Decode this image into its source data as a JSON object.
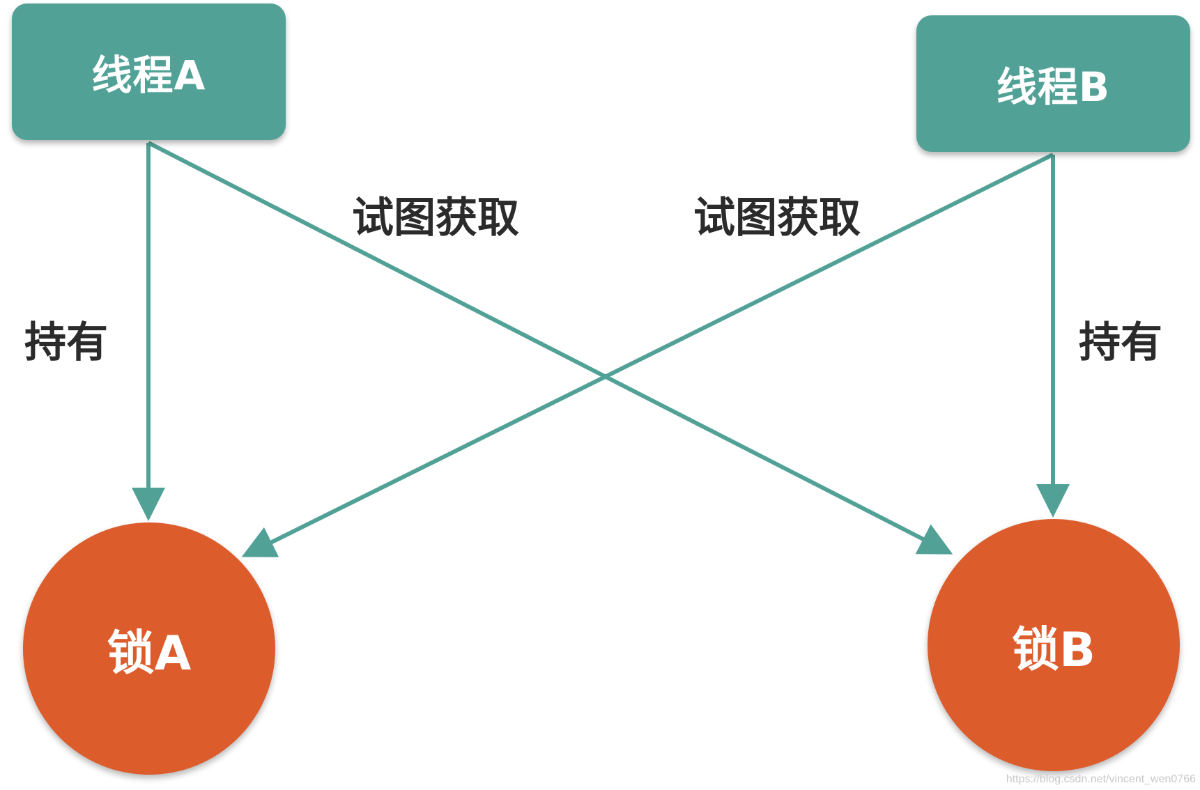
{
  "threads": {
    "a": {
      "label": "线程A"
    },
    "b": {
      "label": "线程B"
    }
  },
  "locks": {
    "a": {
      "label": "锁A"
    },
    "b": {
      "label": "锁B"
    }
  },
  "edges": {
    "hold_a": "持有",
    "hold_b": "持有",
    "try_a": "试图获取",
    "try_b": "试图获取"
  },
  "watermark": "https://blog.csdn.net/vincent_wen0766",
  "colors": {
    "thread_fill": "#52a197",
    "lock_fill": "#dc5c2c",
    "edge": "#52a197",
    "label_text": "#2b2b2b"
  }
}
